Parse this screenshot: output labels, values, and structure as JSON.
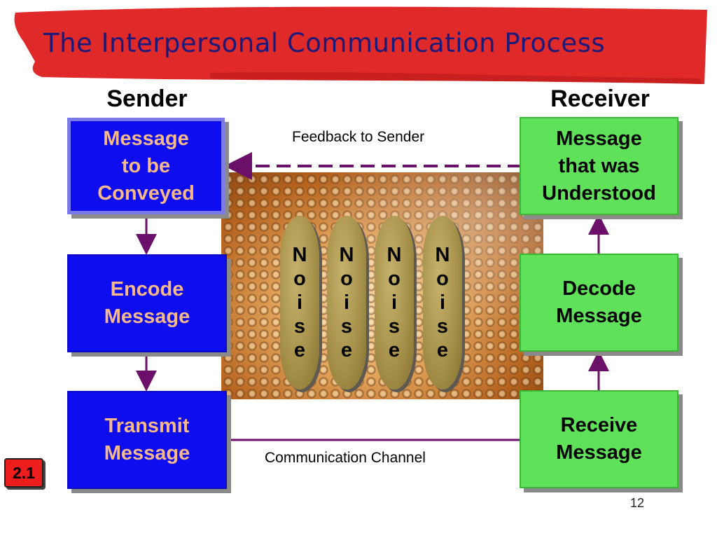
{
  "title": "The Interpersonal Communication Process",
  "sender_heading": "Sender",
  "receiver_heading": "Receiver",
  "sender_boxes": {
    "message": "Message\nto be\nConveyed",
    "encode": "Encode\nMessage",
    "transmit": "Transmit\nMessage"
  },
  "receiver_boxes": {
    "message": "Message\nthat was\nUnderstood",
    "decode": "Decode\nMessage",
    "receive": "Receive\nMessage"
  },
  "noise_letters": [
    "N",
    "o",
    "i",
    "s",
    "e"
  ],
  "feedback_label": "Feedback to Sender",
  "channel_label": "Communication Channel",
  "figure_badge": "2.1",
  "page_number": "12",
  "colors": {
    "banner": "#e02a2a",
    "sender_box": "#0d0df0",
    "sender_text": "#f7b98b",
    "receiver_box": "#5fe15a",
    "arrow": "#6b0f6b",
    "noise": "#a6924a"
  }
}
